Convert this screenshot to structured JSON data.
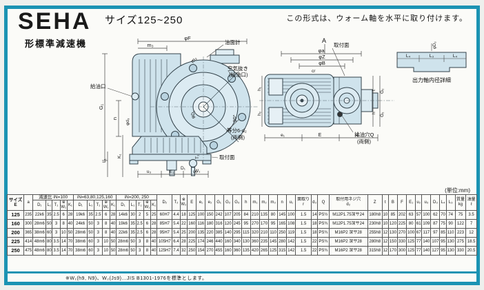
{
  "page": {
    "brand": "SEHA",
    "brand_sub": "形標準減速機",
    "size_range": "サイズ125~250",
    "note_top_right": "この形式は、ウォーム軸を水平に取り付けます。",
    "unit_note": "(単位:mm)",
    "footnote": "※W₁(h9, N9)、W₂(Js9)…JIS B1301-1976を標準とします。"
  },
  "colors": {
    "frame_teal": "#1b93b3",
    "drawing_fill": "#cfe3ec",
    "drawing_line": "#33424a"
  },
  "drawings": {
    "front": {
      "phiF": "φF",
      "m3": "m₃",
      "m2": "m₂",
      "oil_gauge": "油面計",
      "air_vent_1": "空気抜き",
      "air_vent_2": "(給油口)",
      "oil_fill": "給油口",
      "G1": "G₁",
      "n": "n",
      "deg90": "90°",
      "phiD2": "φD₂",
      "phid3": "φd₃",
      "equal_1": "等分6-d₂",
      "equal_2": "(両側)",
      "mount_face": "取付面",
      "L1": "L₁",
      "K1": "K₁",
      "D1": "D₁",
      "W1": "W₁",
      "T1": "T₁",
      "u3": "u₃",
      "E1": "E₁",
      "u2": "u₂"
    },
    "side": {
      "A": "A",
      "phia": "φa",
      "phiZ": "φZ",
      "phiB": "φB",
      "cr": "cr",
      "mount_face": "取付面",
      "t": "t",
      "G2a": "G₂",
      "h": "h",
      "G2b": "G₂",
      "h1": "h₁",
      "h2": "h₂",
      "drain_1": "排油穴Q",
      "drain_2": "(両側)",
      "e1": "e₁",
      "E": "E",
      "e2": "e₂"
    },
    "detail": {
      "L4a": "L₄",
      "L3": "L₃",
      "L4b": "L₄",
      "phiD3": "φD₃",
      "caption": "出力軸内径詳細"
    }
  },
  "table": {
    "size_header": "サイズ\nE",
    "a_header": "a",
    "groups": [
      "減速比 iN=100",
      "iN=63,80,125,160",
      "iN=200, 250"
    ],
    "sub_headers": [
      "D₁",
      "L₁",
      "T₁",
      "※\nW₁",
      "K₁"
    ],
    "right_headers": [
      "D₂",
      "T₂",
      "※\nW₂",
      "E",
      "e₁",
      "e₂",
      "G₁",
      "G₂",
      "G₃",
      "h",
      "m₁",
      "m₂",
      "m₃",
      "n",
      "u₁",
      "面取り\nr",
      "d₃",
      "Q",
      "取付用ネジ穴\nd₂",
      "Z",
      "t",
      "B",
      "F",
      "E₁",
      "u₂",
      "u₃",
      "D₃",
      "L₄",
      "L₃",
      "質量\nkg",
      "油量\nℓ"
    ],
    "rows": [
      [
        "125",
        "235",
        "22k6",
        "35",
        "2.5",
        "6",
        "28",
        "19k6",
        "35",
        "2.5",
        "6",
        "28",
        "14k6",
        "30",
        "2",
        "5",
        "25",
        "60H7",
        "4.4",
        "18",
        "125",
        "100",
        "150",
        "242",
        "107",
        "205",
        "84",
        "210",
        "135",
        "80",
        "145",
        "100",
        "1.5",
        "14",
        "PS½",
        "M12P1.75深サ24",
        "180h8",
        "10",
        "85",
        "202",
        "63",
        "57",
        "100",
        "62",
        "70",
        "74",
        "75",
        "3.5"
      ],
      [
        "160",
        "300",
        "28m6",
        "50",
        "3",
        "8",
        "40",
        "24k6",
        "50",
        "3",
        "8",
        "40",
        "19k6",
        "35",
        "2.5",
        "6",
        "28",
        "85H7",
        "5.4",
        "22",
        "160",
        "116",
        "180",
        "316",
        "120",
        "245",
        "95",
        "270",
        "170",
        "95",
        "165",
        "108",
        "1.5",
        "18",
        "PS¾",
        "M12P1.75深サ24",
        "230h8",
        "10",
        "120",
        "225",
        "80",
        "61",
        "109",
        "87",
        "75",
        "90",
        "122",
        "7"
      ],
      [
        "200",
        "365",
        "38m6",
        "60",
        "3",
        "10",
        "50",
        "28m6",
        "50",
        "3",
        "8",
        "40",
        "22k6",
        "35",
        "2.5",
        "6",
        "28",
        "95H7",
        "5.4",
        "25",
        "200",
        "135",
        "220",
        "385",
        "140",
        "295",
        "115",
        "320",
        "210",
        "110",
        "250",
        "119",
        "1.5",
        "18",
        "PS¾",
        "M16P2 深サ28",
        "255h8",
        "12",
        "130",
        "270",
        "100",
        "67",
        "117",
        "97",
        "85",
        "110",
        "223",
        "12"
      ],
      [
        "225",
        "414",
        "48m6",
        "80",
        "3.5",
        "14",
        "70",
        "38m6",
        "60",
        "3",
        "10",
        "50",
        "28m6",
        "50",
        "3",
        "8",
        "40",
        "105H7",
        "6.4",
        "28",
        "225",
        "174",
        "246",
        "440",
        "160",
        "340",
        "130",
        "360",
        "235",
        "145",
        "280",
        "142",
        "1.5",
        "22",
        "PS¾",
        "M16P2 深サ28",
        "280h8",
        "12",
        "150",
        "330",
        "125",
        "77",
        "140",
        "107",
        "95",
        "130",
        "275",
        "18.5"
      ],
      [
        "250",
        "475",
        "48m6",
        "80",
        "3.5",
        "14",
        "70",
        "38m6",
        "60",
        "3",
        "10",
        "50",
        "28m6",
        "50",
        "3",
        "8",
        "40",
        "125H7",
        "7.4",
        "32",
        "250",
        "154",
        "270",
        "455",
        "160",
        "360",
        "135",
        "420",
        "265",
        "125",
        "315",
        "142",
        "1.5",
        "22",
        "PS¾",
        "M16P2 深サ28",
        "315h8",
        "12",
        "170",
        "300",
        "125",
        "77",
        "140",
        "127",
        "95",
        "130",
        "330",
        "20.5"
      ]
    ]
  }
}
